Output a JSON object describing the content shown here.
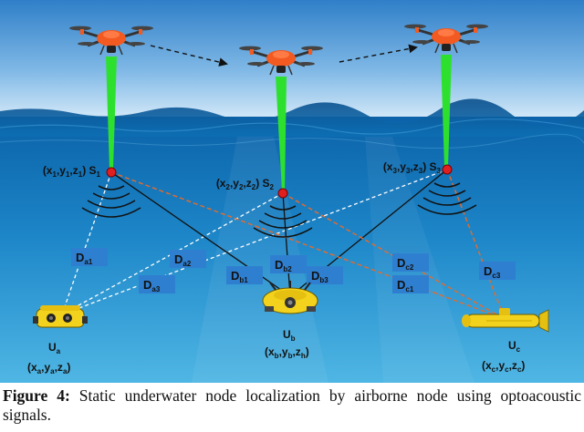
{
  "sensors": [
    {
      "label": "(x1,y1,z1) S1"
    },
    {
      "label": "(x2,y2,z2) S2"
    },
    {
      "label": "(x3,y3,z3) S3"
    }
  ],
  "nodes": [
    {
      "name": "Ua",
      "coords": "(xa,ya,za)"
    },
    {
      "name": "Ub",
      "coords": "(xb,yb,zb)"
    },
    {
      "name": "Uc",
      "coords": "(xc,yc,zc)"
    }
  ],
  "distances": [
    "Da1",
    "Da2",
    "Da3",
    "Db1",
    "Db2",
    "Db3",
    "Dc1",
    "Dc2",
    "Dc3"
  ],
  "caption": {
    "label": "Figure 4:",
    "text": "Static underwater node localization by airborne node using optoacoustic signals."
  },
  "colors": {
    "sky_top": "#2f7fc8",
    "sky_horizon": "#cfe6f7",
    "water_top": "#0b62a8",
    "water_bottom": "#4fb6e4",
    "laser": "#2ee02e",
    "drone_body": "#f25a22",
    "sensor_dot": "#e02020",
    "path_a": "#ffffff",
    "path_b": "#111111",
    "path_c": "#e86a2a",
    "label_box": "#2f7fd0",
    "vehicle": "#f2d21c"
  },
  "icons": [
    "drone-icon",
    "arrow-icon",
    "acoustic-wave-icon",
    "underwater-vehicle-icon"
  ]
}
